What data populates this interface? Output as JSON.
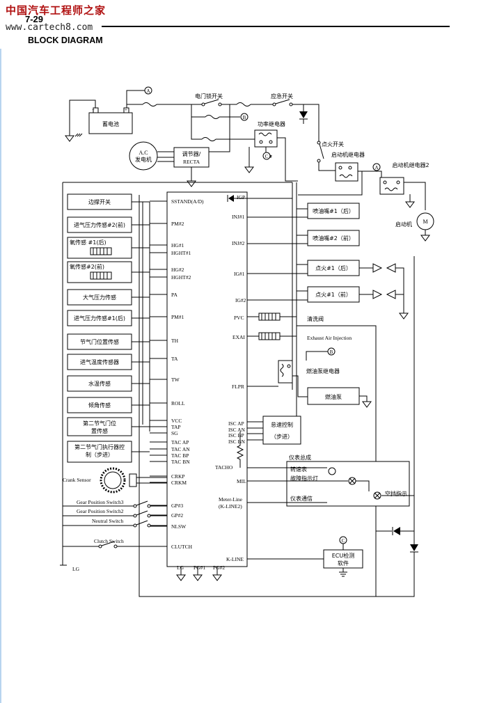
{
  "header": {
    "logo": "中国汽车工程师之家",
    "url": "www.cartech8.com",
    "page_number": "7-29",
    "title": "BLOCK DIAGRAM"
  },
  "top": {
    "battery": "蓄电池",
    "main_switch": "电门锁开关",
    "emergency_switch": "应急开关",
    "power_relay": "功率继电器",
    "ignition_switch": "点火开关",
    "starter_relay": "启动机继电器",
    "starter_relay2": "启动机继电器2",
    "starter": "启动机",
    "motor": "M",
    "alternator": [
      "A.C",
      "发电机"
    ],
    "regulator": [
      "调节器/",
      "RECTA"
    ],
    "node_a": "A",
    "node_b": "B",
    "node_c": "C"
  },
  "left_boxes": [
    "边撑开关",
    "进气压力传感#2(前)",
    "氧传感 #1(后)",
    "氧传感#2(前)",
    "大气压力传感",
    "进气压力传感#1(后)",
    "节气门位置传感",
    "进气温度传感器",
    "水温传感",
    "倾角传感",
    "第二节气门位",
    "置传感",
    "第二节气门执行器控",
    "制（步进）"
  ],
  "ecu_left_pins": [
    "SSTAND(A/D)",
    "PM#2",
    "HG#1",
    "HGHT#1",
    "HG#2",
    "HGHT#2",
    "PA",
    "PM#1",
    "TH",
    "TA",
    "TW",
    "ROLL",
    "VCC",
    "TAP",
    "SG",
    "TAC AP",
    "TAC AN",
    "TAC BP",
    "TAC BN",
    "CRKP",
    "CRKM",
    "GP#3",
    "GP#2",
    "NLSW",
    "CLUTCH",
    "LG",
    "PG#1",
    "PG#2"
  ],
  "ecu_right_pins": [
    "IGP",
    "INJ#1",
    "INJ#2",
    "IG#1",
    "IG#2",
    "PVC",
    "EXAI",
    "FLPR",
    "ISC AP",
    "ISC AN",
    "ISC BP",
    "ISC BN",
    "TACHO",
    "MIL",
    "Meter-Line",
    "(K-LINE2)",
    "K-LINE"
  ],
  "right_boxes": {
    "inj1": "喷油嘴#1（后）",
    "inj2": "喷油嘴#2（前）",
    "ig1": "点火#1（后）",
    "ig2": "点火#1（前）",
    "purge": "清洗阀",
    "exai": "Exhaust Air Injection",
    "fuel_relay": "燃油泵继电器",
    "fuel_pump": "燃油泵",
    "idle_ctrl": [
      "怠速控制",
      "（步进）"
    ],
    "meter_group": "仪表总成",
    "tacho": "转速表",
    "mil": "故障指示灯",
    "neutral_lamp": "空挡指示",
    "meter_comm": "仪表通信",
    "ecu_check": [
      "ECU检测",
      "软件"
    ]
  },
  "lower_left": {
    "crank": "Crank Sensor",
    "gear3": "Gear Position Switch3",
    "gear2": "Gear Position Switch2",
    "neutral": "Neutral Switch",
    "clutch": "Clutch Switch",
    "lg": "LG"
  }
}
